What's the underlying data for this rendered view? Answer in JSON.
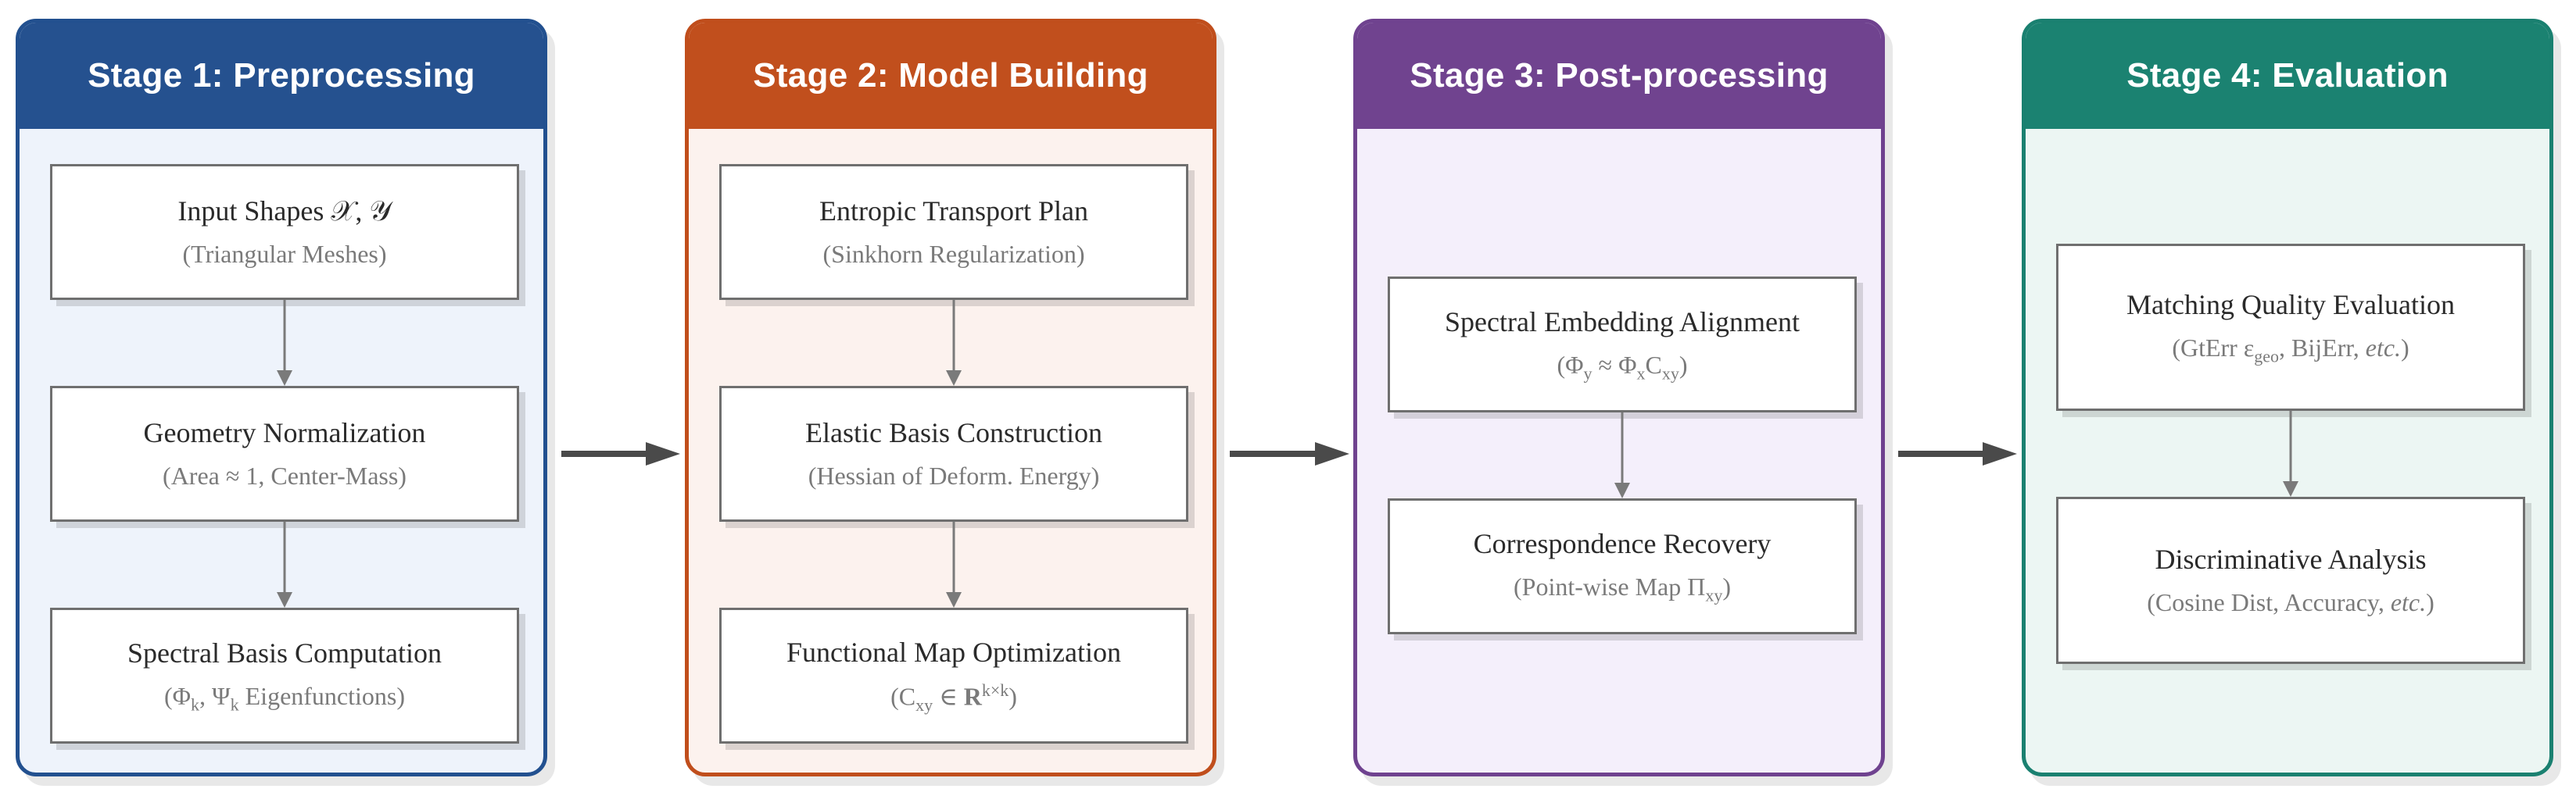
{
  "stages": [
    {
      "header": "Stage 1: Preprocessing",
      "boxes": [
        {
          "title": "Input Shapes 𝒳, 𝒴",
          "sub": "(Triangular Meshes)"
        },
        {
          "title": "Geometry Normalization",
          "sub": "(Area ≈ 1, Center-Mass)"
        },
        {
          "title": "Spectral Basis Computation",
          "sub": "(Φ_k, Ψ_k Eigenfunctions)"
        }
      ]
    },
    {
      "header": "Stage 2: Model Building",
      "boxes": [
        {
          "title": "Entropic Transport Plan",
          "sub": "(Sinkhorn Regularization)"
        },
        {
          "title": "Elastic Basis Construction",
          "sub": "(Hessian of Deform. Energy)"
        },
        {
          "title": "Functional Map Optimization",
          "sub": "(C_xy ∈ R^{k×k})"
        }
      ]
    },
    {
      "header": "Stage 3: Post-processing",
      "boxes": [
        {
          "title": "Spectral Embedding Alignment",
          "sub": "(Φ_y ≈ Φ_x C_xy)"
        },
        {
          "title": "Correspondence Recovery",
          "sub": "(Point-wise Map Π_xy)"
        }
      ]
    },
    {
      "header": "Stage 4: Evaluation",
      "boxes": [
        {
          "title": "Matching Quality Evaluation",
          "sub": "(GtErr ε_geo, BijErr, etc.)"
        },
        {
          "title": "Discriminative Analysis",
          "sub": "(Cosine Dist, Accuracy, etc.)"
        }
      ]
    }
  ],
  "colors": {
    "stage1": "#25518f",
    "stage2": "#c14f1d",
    "stage3": "#70438f",
    "stage4": "#1b8271",
    "box_border": "#6f6f6f",
    "connector": "#4a4a4a"
  }
}
